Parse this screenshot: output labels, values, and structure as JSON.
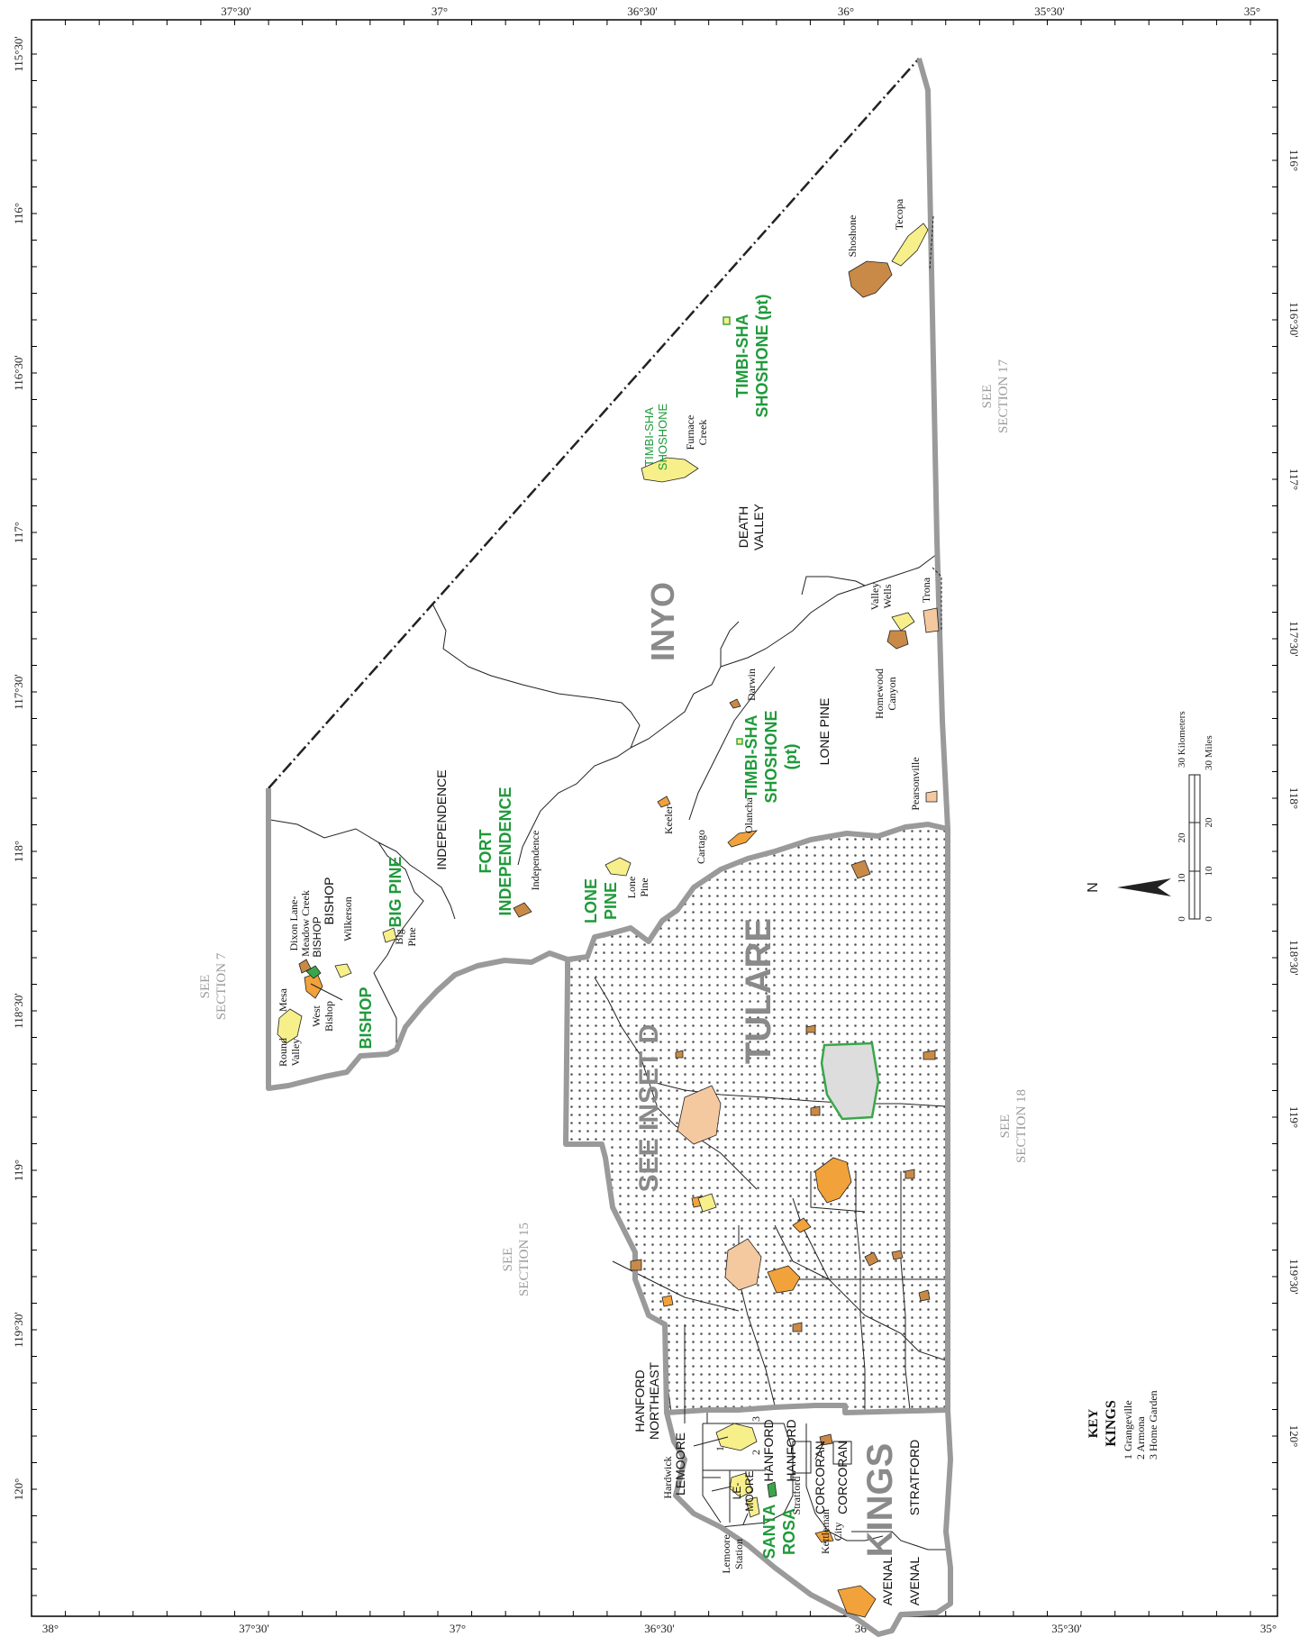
{
  "colors": {
    "boundary_gray": "#9a9a9a",
    "county_line": "#222222",
    "place_yellow": "#f7ef8a",
    "place_orange": "#f2a23a",
    "place_brown": "#c98a48",
    "place_tan": "#f4c9a0",
    "reservation_green": "#3aa64a",
    "label_green": "#1f9a3a",
    "label_gray": "#9a9a9a"
  },
  "coords": {
    "top": [
      "37°30'",
      "37°",
      "36°30'",
      "36°",
      "35°30'",
      "35°"
    ],
    "bottom": [
      "38°",
      "37°30'",
      "37°",
      "36°30'",
      "36°",
      "35°30'",
      "35°"
    ],
    "left": [
      "115°30'",
      "116°",
      "116°30'",
      "117°",
      "117°30'",
      "118°",
      "118°30'",
      "119°",
      "119°30'",
      "120°"
    ],
    "right": [
      "116°",
      "116°30'",
      "117°",
      "117°30'",
      "118°",
      "118°30'",
      "119°",
      "119°30'",
      "120°"
    ]
  },
  "counties": {
    "inyo": "INYO",
    "tulare": "TULARE",
    "kings": "KINGS"
  },
  "ccds": {
    "independence": "INDEPENDENCE",
    "bishop": "BISHOP",
    "death_valley_1": "DEATH",
    "death_valley_2": "VALLEY",
    "lone_pine": "LONE PINE",
    "hanford_ne_1": "HANFORD",
    "hanford_ne_2": "NORTHEAST",
    "hanford": "HANFORD",
    "hanford_2": "HANFORD",
    "lemoore": "LEMOORE",
    "le": "LE-",
    "moore": "MOORE",
    "corcoran": "CORCORAN",
    "corcoran_2": "CORCORAN",
    "stratford": "STRATFORD",
    "avenal": "AVENAL",
    "avenal_2": "AVENAL"
  },
  "reservations": {
    "bishop": "BISHOP",
    "big_pine": "BIG PINE",
    "fort_indep_1": "FORT",
    "fort_indep_2": "INDEPENDENCE",
    "lone_pine_1": "LONE",
    "lone_pine_2": "PINE",
    "timbi_1": "TIMBI-SHA",
    "timbi_2": "SHOSHONE",
    "timbi_3": "(pt)",
    "timbi_ne_1": "TIMBI-SHA",
    "timbi_ne_2": "SHOSHONE (pt)",
    "timbi_small_1": "TIMBI-SHA",
    "timbi_small_2": "SHOSHONE",
    "santa_rosa_1": "SANTA",
    "santa_rosa_2": "ROSA"
  },
  "places": {
    "dixon_1": "Dixon Lane-",
    "dixon_2": "Meadow Creek",
    "bishop_city": "BISHOP",
    "mesa": "Mesa",
    "round_valley_1": "Round",
    "round_valley_2": "Valley",
    "west_bishop_1": "West",
    "west_bishop_2": "Bishop",
    "wilkerson": "Wilkerson",
    "big_pine_1": "Big",
    "big_pine_2": "Pine",
    "independence": "Independence",
    "lone_pine_1": "Lone",
    "lone_pine_2": "Pine",
    "keeler": "Keeler",
    "cartago": "Cartago",
    "olancha": "Olancha",
    "darwin": "Darwin",
    "furnace_1": "Furnace",
    "furnace_2": "Creek",
    "shoshone": "Shoshone",
    "tecopa": "Tecopa",
    "valley_wells_1": "Valley",
    "valley_wells_2": "Wells",
    "trona": "Trona",
    "homewood_1": "Homewood",
    "homewood_2": "Canyon",
    "pearsonville": "Pearsonville",
    "hardwick": "Hardwick",
    "lemoore_station_1": "Lemoore",
    "lemoore_station_2": "Station",
    "stratford": "Stratford",
    "kettleman_1": "Kettleman",
    "kettleman_2": "City",
    "num1": "1",
    "num2": "2",
    "num3": "3"
  },
  "see_labels": {
    "s7_1": "SEE",
    "s7_2": "SECTION 7",
    "s15_1": "SEE",
    "s15_2": "SECTION 15",
    "s17_1": "SEE",
    "s17_2": "SECTION 17",
    "s18_1": "SEE",
    "s18_2": "SECTION 18",
    "inset": "SEE INSET D"
  },
  "scale": {
    "km_ticks": [
      "0",
      "10",
      "20",
      "30 Kilometers"
    ],
    "mi_ticks": [
      "0",
      "10",
      "20",
      "30 Miles"
    ]
  },
  "north": "N",
  "key": {
    "title": "KEY",
    "county": "KINGS",
    "items": [
      "1  Grangeville",
      "2  Armona",
      "3  Home Garden"
    ]
  }
}
